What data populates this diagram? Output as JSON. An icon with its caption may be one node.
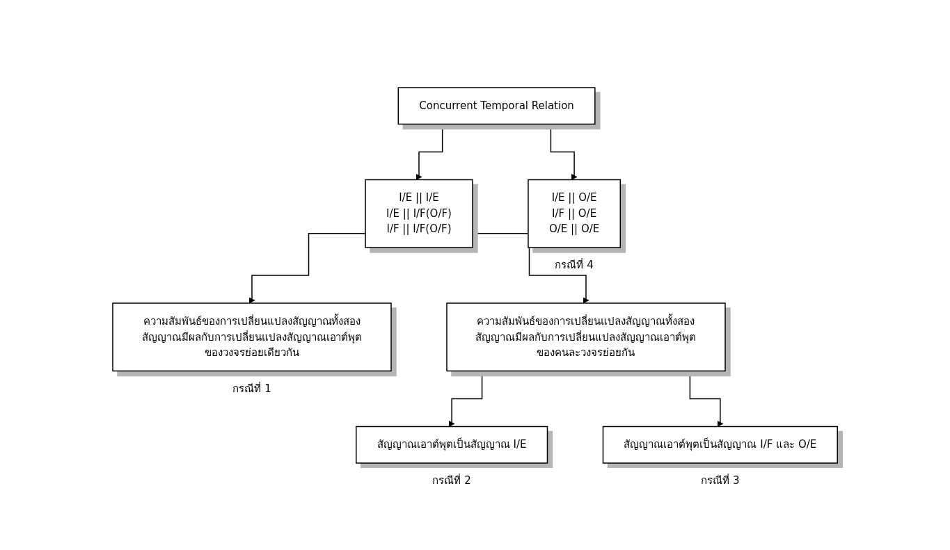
{
  "diagram": {
    "nodes": [
      {
        "text": [
          "Concurrent Temporal Relation"
        ]
      },
      {
        "text": [
          "I/E || I/E",
          "I/E || I/F(O/F)",
          "I/F || I/F(O/F)"
        ]
      },
      {
        "text": [
          "I/E || O/E",
          "I/F || O/E",
          "O/E || O/E"
        ],
        "beside": [
          "กรณีที่ 4"
        ]
      },
      {
        "text": [
          "ความสัมพันธ์ของการเปลี่ยนแปลงสัญญาณทั้งสองสัญญาณมีผลกับการเปลี่ยนแปลงสัญญาณเอาต์พุตของวงจรย่อยเดียวกัน"
        ],
        "beside": [
          "กรณีที่ 1"
        ]
      },
      {
        "text": [
          "ความสัมพันธ์ของการเปลี่ยนแปลงสัญญาณทั้งสองสัญญาณมีผลกับการเปลี่ยนแปลงสัญญาณเอาต์พุตของคนละวงจรย่อยกัน"
        ]
      },
      {
        "text": [
          "สัญญาณเอาต์พุตเป็นสัญญาณ I/E"
        ],
        "beside": [
          "กรณีที่ 2"
        ]
      },
      {
        "text": [
          "สัญญาณเอาต์พุตเป็นสัญญาณ I/F และ O/E"
        ],
        "beside": [
          "กรณีที่ 3"
        ]
      }
    ],
    "edges": [
      {
        "from": 0,
        "to": 1,
        "arrow": "to"
      },
      {
        "from": 0,
        "to": 2,
        "arrow": "to"
      },
      {
        "from": 1,
        "to": 3,
        "arrow": "to"
      },
      {
        "from": 1,
        "to": 4,
        "arrow": "to"
      },
      {
        "from": 4,
        "to": 5,
        "arrow": "to"
      },
      {
        "from": 4,
        "to": 6,
        "arrow": "to"
      }
    ]
  }
}
